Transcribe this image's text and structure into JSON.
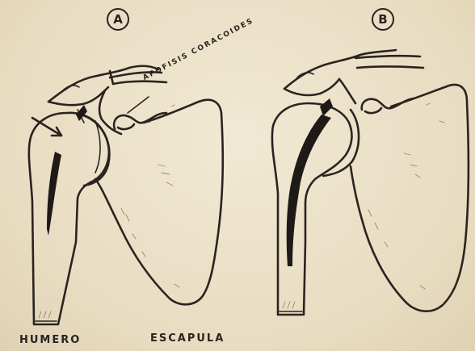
{
  "panels": [
    {
      "id": "A",
      "label": "A"
    },
    {
      "id": "B",
      "label": "B"
    }
  ],
  "labels": {
    "coracoid": "APOFISIS CORACOIDES",
    "humerus": "HUMERO",
    "scapula": "ESCAPULA"
  }
}
